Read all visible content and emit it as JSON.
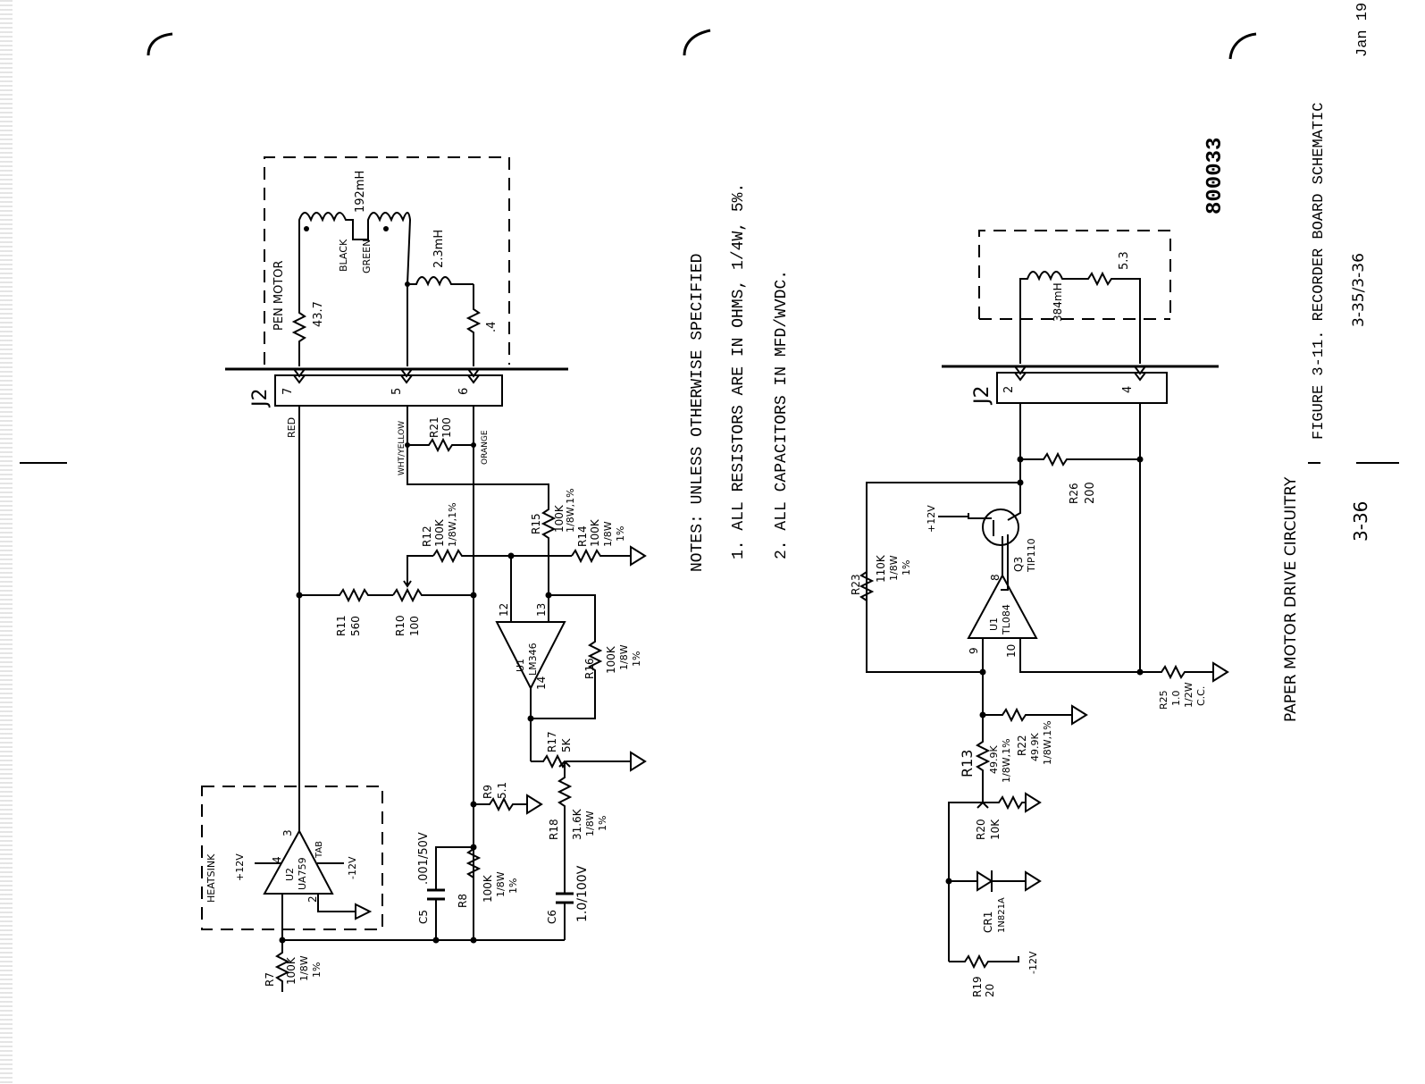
{
  "page": {
    "figure_title": "FIGURE 3-11.  RECORDER BOARD SCHEMATIC",
    "figure_pages": "3-35/3-36",
    "date": "Jan 19",
    "page_number": "3-36",
    "section_title": "PAPER MOTOR DRIVE  CIRCUITRY",
    "drawing_number": "800033"
  },
  "notes": {
    "header": "NOTES:  UNLESS OTHERWISE SPECIFIED",
    "items": [
      "1.  ALL RESISTORS ARE IN OHMS, 1/4W, 5%.",
      "2.  ALL CAPACITORS IN MFD/WVDC."
    ]
  },
  "pen_circuit": {
    "motor_label": "PEN MOTOR",
    "inductance_main": "192mH",
    "inductance_small": "2.3mH",
    "wire_black": "BLACK",
    "wire_green": "GREEN",
    "coil_resistance": "43.7",
    "sense_resistance": ".4",
    "connector": "J2",
    "pins": [
      "7",
      "5",
      "6"
    ],
    "wire_red": "RED",
    "wire_wht_yellow": "WHT/YELLOW",
    "wire_orange": "ORANGE",
    "r21": [
      "R21",
      "100"
    ],
    "r12": [
      "R12",
      "100K",
      "1/8W,1%"
    ],
    "r15": [
      "R15",
      "100K",
      "1/8W,1%"
    ],
    "r14": [
      "R14",
      "100K",
      "1/8W",
      "1%"
    ],
    "r11": [
      "R11",
      "560"
    ],
    "r10": [
      "R10",
      "100"
    ],
    "u1": [
      "U1",
      "LM346"
    ],
    "u1_pins": [
      "12",
      "13",
      "14"
    ],
    "r16": [
      "R16",
      "100K",
      "1/8W",
      "1%"
    ],
    "r17": [
      "R17",
      "5K"
    ],
    "r9": [
      "R9",
      "5.1"
    ],
    "r18": [
      "R18",
      "31.6K",
      "1/8W",
      "1%"
    ],
    "c6": [
      "C6",
      "1.0/100V"
    ],
    "c5": [
      "C5",
      ".001/50V"
    ],
    "r8": [
      "R8",
      "100K",
      "1/8W",
      "1%"
    ],
    "heatsink": "HEATSINK",
    "u2": [
      "U2",
      "UA759"
    ],
    "u2_pins": [
      "3",
      "4",
      "2"
    ],
    "tab": "TAB",
    "plus12v": "+12V",
    "minus12v": "-12V",
    "r7": [
      "R7",
      "100K",
      "1/8W",
      "1%"
    ]
  },
  "paper_circuit": {
    "motor_inductance": "384mH",
    "motor_resistance": "5.3",
    "connector": "J2",
    "pins": [
      "2",
      "4"
    ],
    "r26": [
      "R26",
      "200"
    ],
    "plus12v": "+12V",
    "q3": [
      "Q3",
      "TIP110"
    ],
    "r23": [
      "R23",
      "110K",
      "1/8W",
      "1%"
    ],
    "u1": [
      "U1",
      "TL084"
    ],
    "u1_pins": [
      "8",
      "9",
      "10"
    ],
    "r25": [
      "R25",
      "1.0",
      "1/2W",
      "C.C."
    ],
    "r22": [
      "R22",
      "49.9K",
      "1/8W,1%"
    ],
    "r13": [
      "R13",
      "49.9K",
      "1/8W,1%"
    ],
    "r20": [
      "R20",
      "10K"
    ],
    "cr1": [
      "CR1",
      "1N821A"
    ],
    "r19": [
      "R19",
      "20"
    ],
    "minus12v": "-12V"
  }
}
